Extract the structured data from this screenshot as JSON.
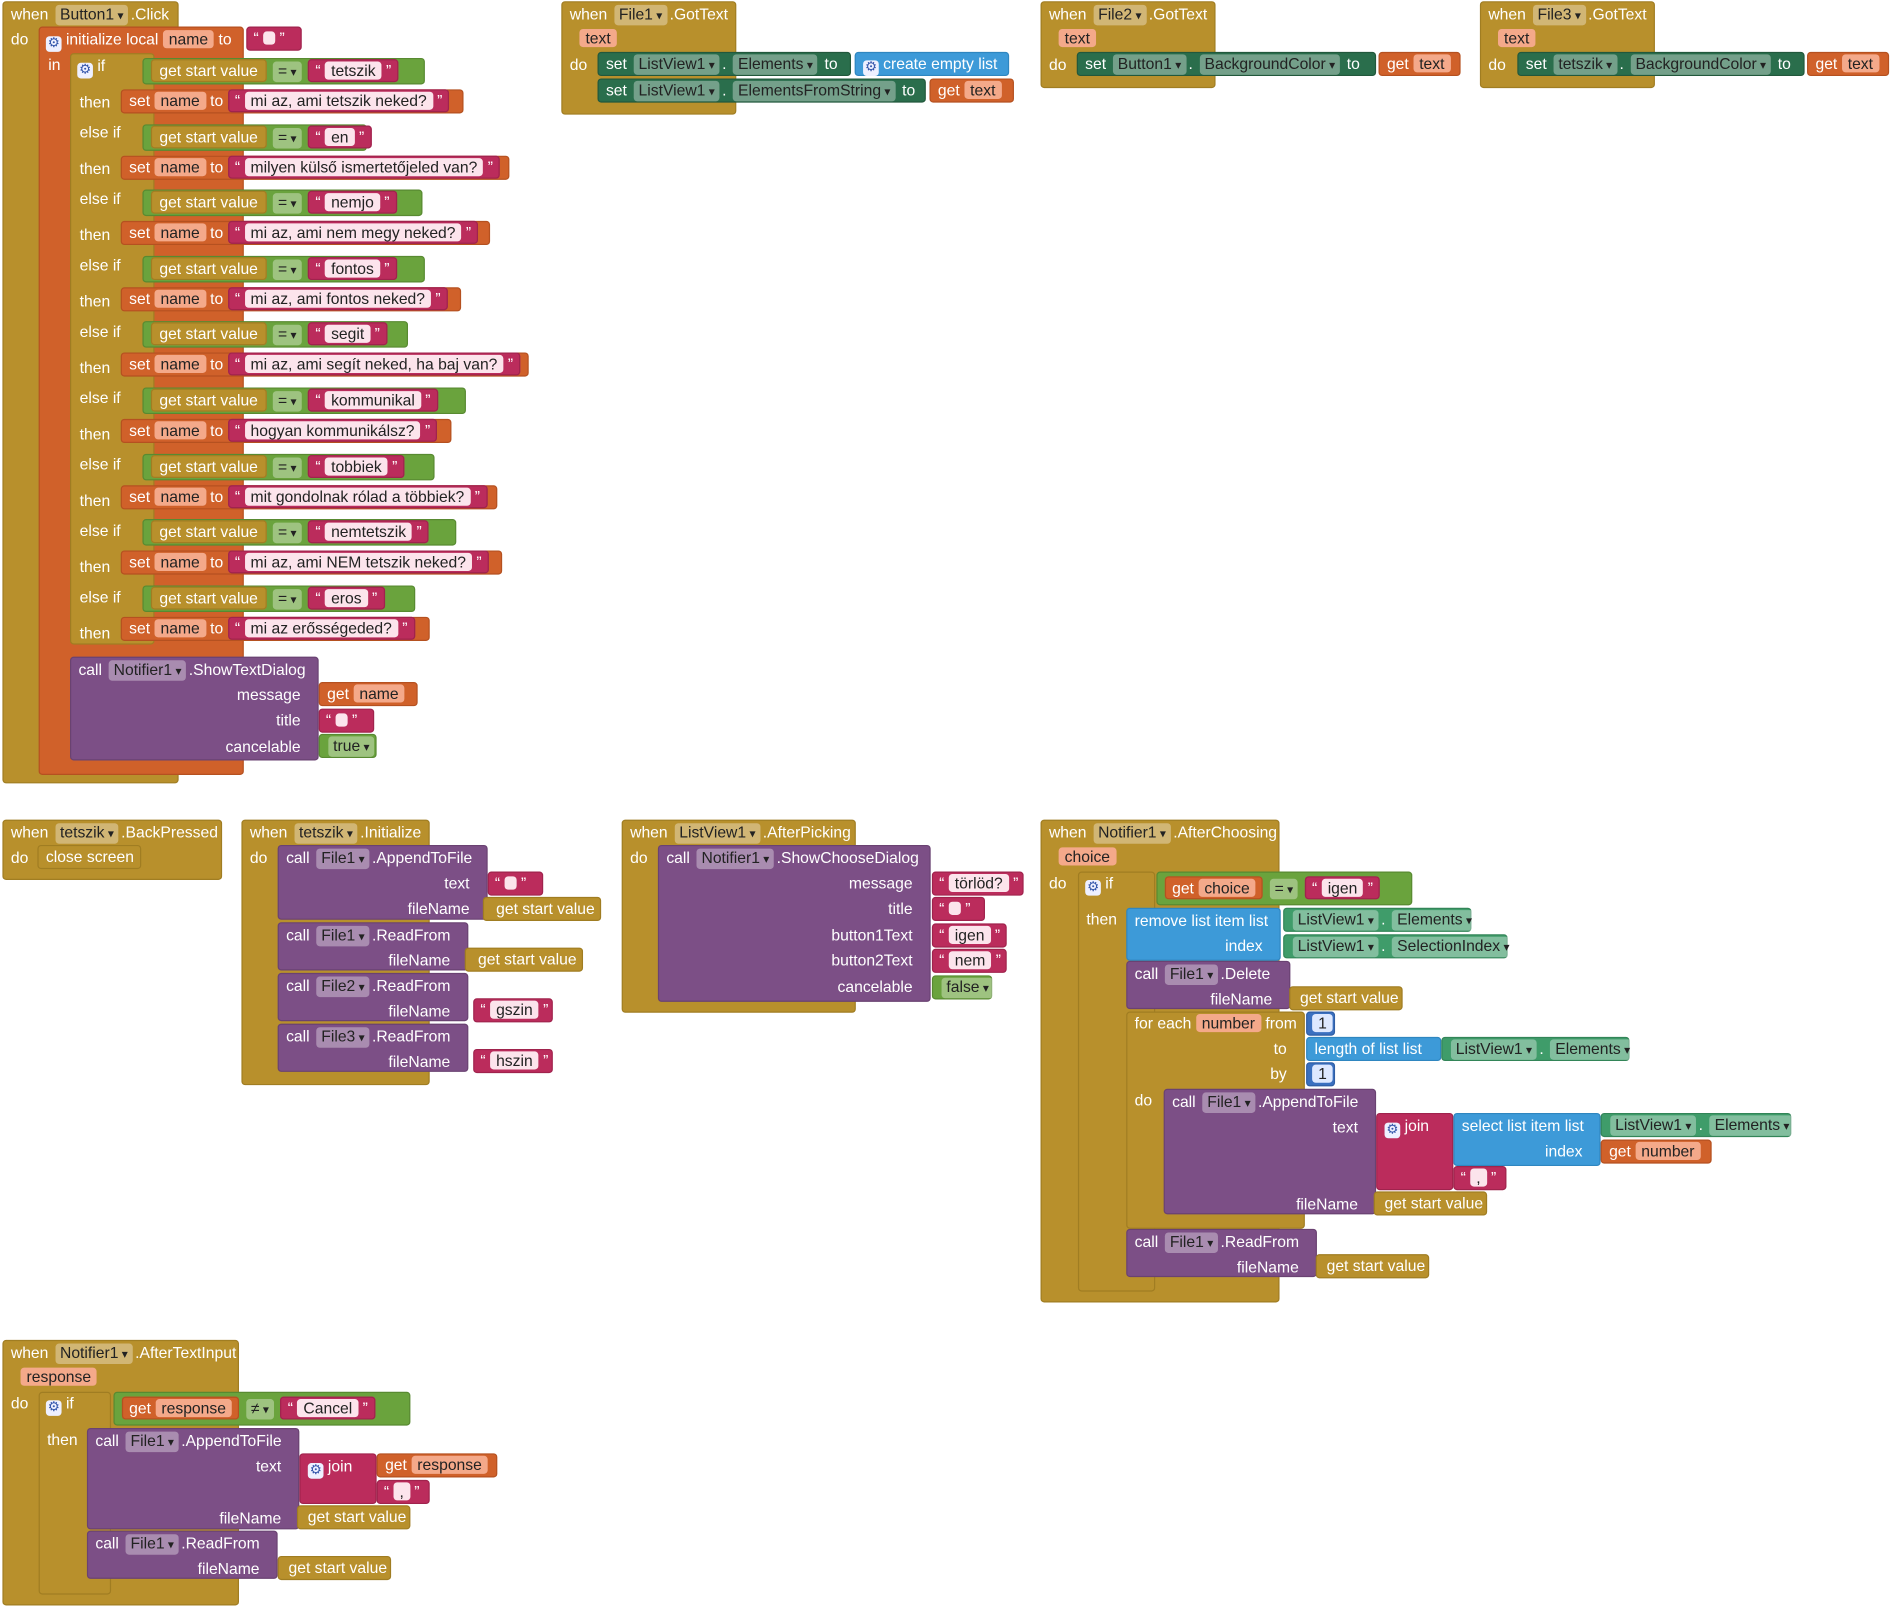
{
  "kw": {
    "when": "when",
    "do": "do",
    "in": "in",
    "if": "if",
    "then": "then",
    "elseif": "else if",
    "set": "set",
    "to": "to",
    "get": "get",
    "call": "call",
    "from": "from",
    "by": "by",
    "join": "join",
    "index": "index",
    "list": "list"
  },
  "b1": {
    "component": "Button1",
    "event": ".Click",
    "init_label": "initialize local",
    "var": "name",
    "get_start": "get start value",
    "eq": "=",
    "cases": [
      {
        "key": "tetszik",
        "msg": "mi az, ami tetszik neked?"
      },
      {
        "key": "en",
        "msg": "milyen külső ismertetőjeled van?"
      },
      {
        "key": "nemjo",
        "msg": "mi az, ami nem megy neked?"
      },
      {
        "key": "fontos",
        "msg": "mi az, ami fontos neked?"
      },
      {
        "key": "segit",
        "msg": "mi az, ami segít neked, ha baj van?"
      },
      {
        "key": "kommunikal",
        "msg": "hogyan kommunikálsz?"
      },
      {
        "key": "tobbiek",
        "msg": "mit gondolnak rólad a többiek?"
      },
      {
        "key": "nemtetszik",
        "msg": "mi az, ami NEM tetszik neked?"
      },
      {
        "key": "eros",
        "msg": "mi az erősségeded?"
      }
    ],
    "notifier": "Notifier1",
    "method": ".ShowTextDialog",
    "message": "message",
    "title": "title",
    "cancelable": "cancelable",
    "true_val": "true"
  },
  "f1": {
    "component": "File1",
    "event": ".GotText",
    "param": "text",
    "lv": "ListView1",
    "elements": "Elements",
    "elfs": "ElementsFromString",
    "create_empty": "create empty list"
  },
  "f2": {
    "component": "File2",
    "event": ".GotText",
    "param": "text",
    "btn": "Button1",
    "prop": "BackgroundColor"
  },
  "f3": {
    "component": "File3",
    "event": ".GotText",
    "param": "text",
    "scr": "tetszik",
    "prop": "BackgroundColor"
  },
  "bp": {
    "screen": "tetszik",
    "event": ".BackPressed",
    "action": "close screen"
  },
  "ti": {
    "screen": "tetszik",
    "event": ".Initialize",
    "file1": "File1",
    "file2": "File2",
    "file3": "File3",
    "append": ".AppendToFile",
    "read": ".ReadFrom",
    "text": "text",
    "fileName": "fileName",
    "get_start": "get start value",
    "gszin": "gszin",
    "hszin": "hszin"
  },
  "lv": {
    "component": "ListView1",
    "event": ".AfterPicking",
    "notifier": "Notifier1",
    "method": ".ShowChooseDialog",
    "message": "message",
    "title": "title",
    "b1t": "button1Text",
    "b2t": "button2Text",
    "cancelable": "cancelable",
    "msg_val": "törlöd?",
    "igen": "igen",
    "nem": "nem",
    "false_val": "false"
  },
  "ac": {
    "notifier": "Notifier1",
    "event": ".AfterChoosing",
    "param": "choice",
    "get_choice": "choice",
    "eq": "=",
    "igen": "igen",
    "remove": "remove list item  list",
    "lv": "ListView1",
    "elements": "Elements",
    "selidx": "SelectionIndex",
    "file1": "File1",
    "delete": ".Delete",
    "fileName": "fileName",
    "get_start": "get start value",
    "foreach": "for each",
    "number": "number",
    "one": "1",
    "length": "length of list  list",
    "append": ".AppendToFile",
    "text": "text",
    "select": "select list item  list",
    "read": ".ReadFrom",
    "comma": ","
  },
  "at": {
    "notifier": "Notifier1",
    "event": ".AfterTextInput",
    "param": "response",
    "neq": "≠",
    "cancel": "Cancel",
    "file1": "File1",
    "append": ".AppendToFile",
    "read": ".ReadFrom",
    "text": "text",
    "fileName": "fileName",
    "get_start": "get start value",
    "comma": ","
  }
}
